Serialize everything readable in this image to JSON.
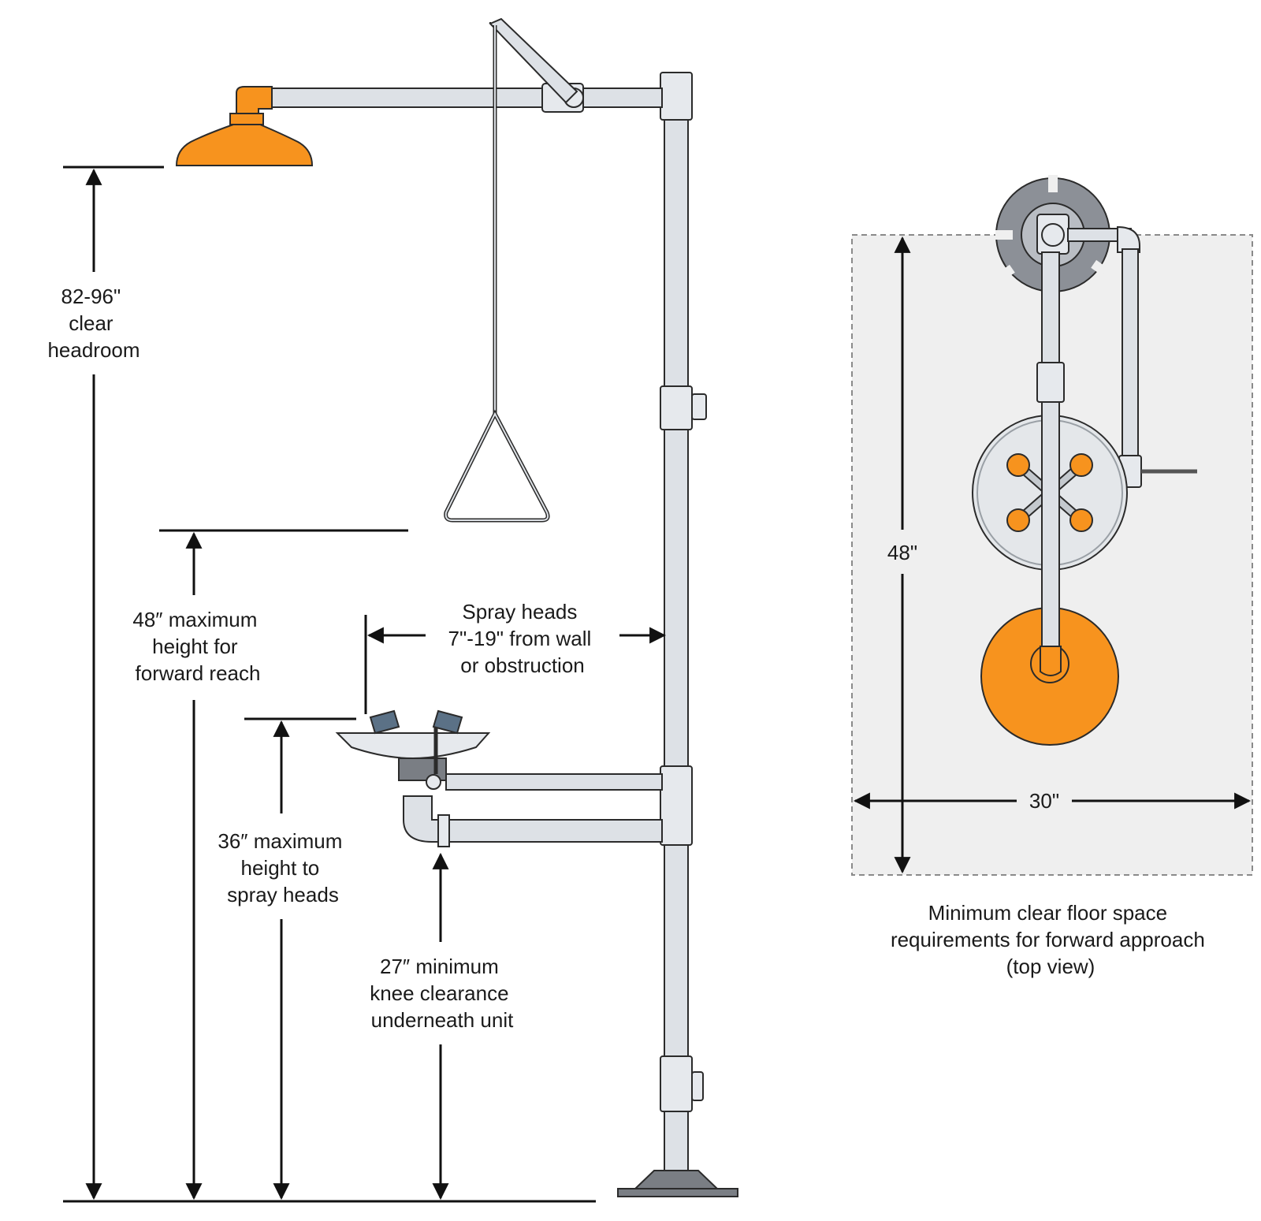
{
  "labels": {
    "headroom": [
      "82-96\"",
      "clear",
      "headroom"
    ],
    "forward_reach": [
      "48″ maximum",
      "height for",
      "forward reach"
    ],
    "spray_heads_height": [
      "36″ maximum",
      "height to",
      "spray heads"
    ],
    "spray_heads_wall": [
      "Spray heads",
      "7\"-19\" from wall",
      "or obstruction"
    ],
    "knee_clearance": [
      "27″ minimum",
      "knee clearance",
      "underneath unit"
    ],
    "top_depth": "48\"",
    "top_width": "30\"",
    "caption": [
      "Minimum clear floor space",
      "requirements for forward approach",
      "(top view)"
    ]
  },
  "colors": {
    "accent_orange": "#f7931e",
    "pipe_gray": "#dde1e6",
    "floor_space": "#efefef",
    "nozzle_blue": "#5b7186"
  }
}
